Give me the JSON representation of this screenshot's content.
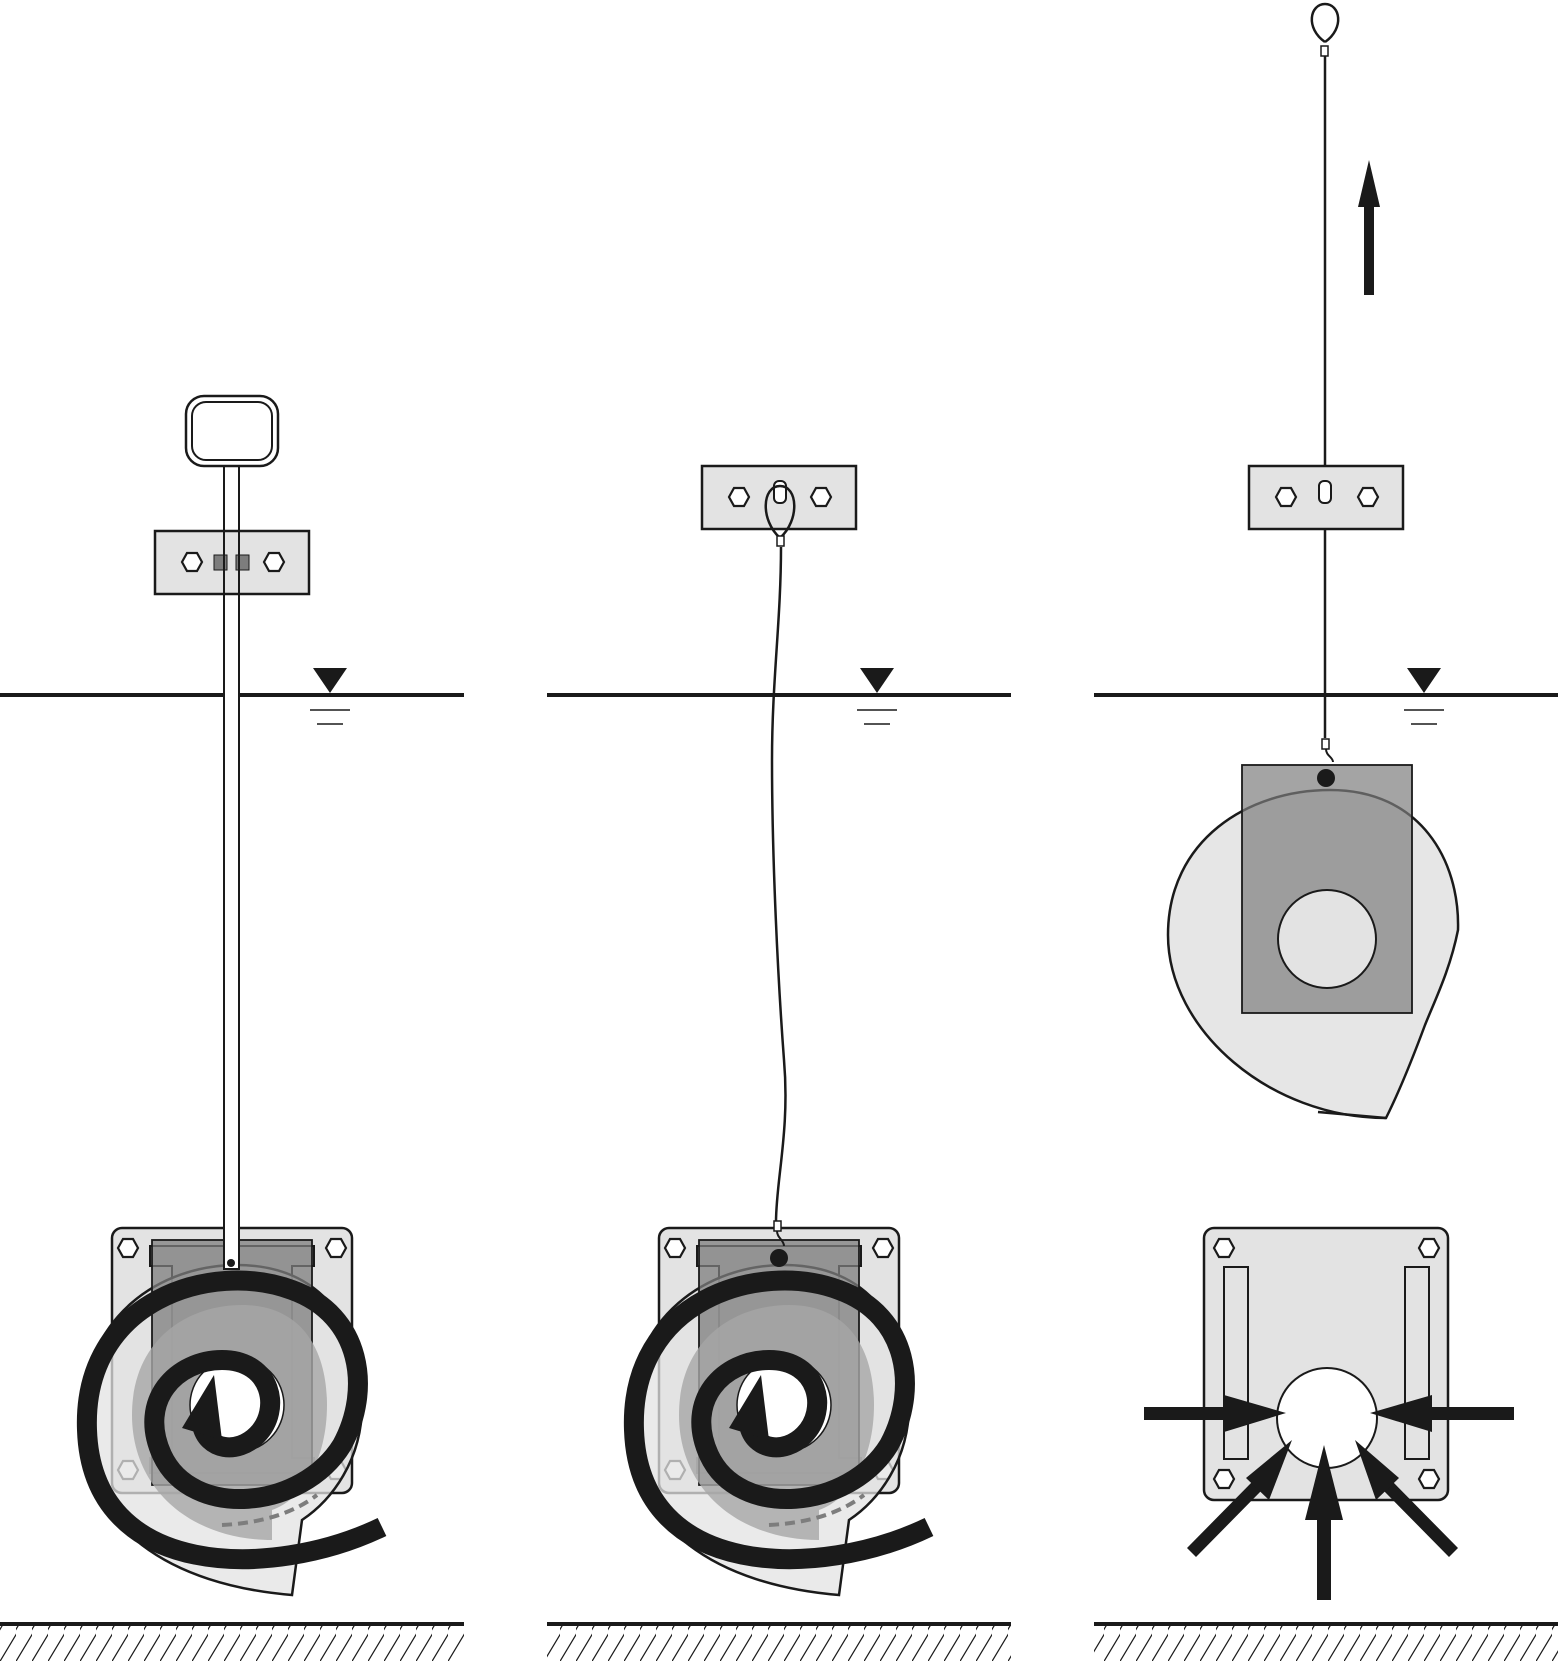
{
  "figure": {
    "panels": [
      {
        "id": "panel-1",
        "lifting_gear": "rigid-handle-rod",
        "pump_state": "installed-on-base"
      },
      {
        "id": "panel-2",
        "lifting_gear": "wire-rope-hanging-slack",
        "pump_state": "installed-on-base"
      },
      {
        "id": "panel-3",
        "lifting_gear": "wire-rope-taut",
        "pump_state": "lifted-out",
        "arrow": "upward-pull"
      }
    ],
    "symbols": [
      "water-level-triangle",
      "ground-hatching",
      "hex-bolt",
      "flow-spiral-arrow",
      "inflow-arrows"
    ],
    "colors": {
      "line": "#1a1a1a",
      "light_fill": "#e3e3e3",
      "mid_fill": "#a6a6a6",
      "dark_fill": "#7d7d7d",
      "background": "#ffffff"
    }
  }
}
